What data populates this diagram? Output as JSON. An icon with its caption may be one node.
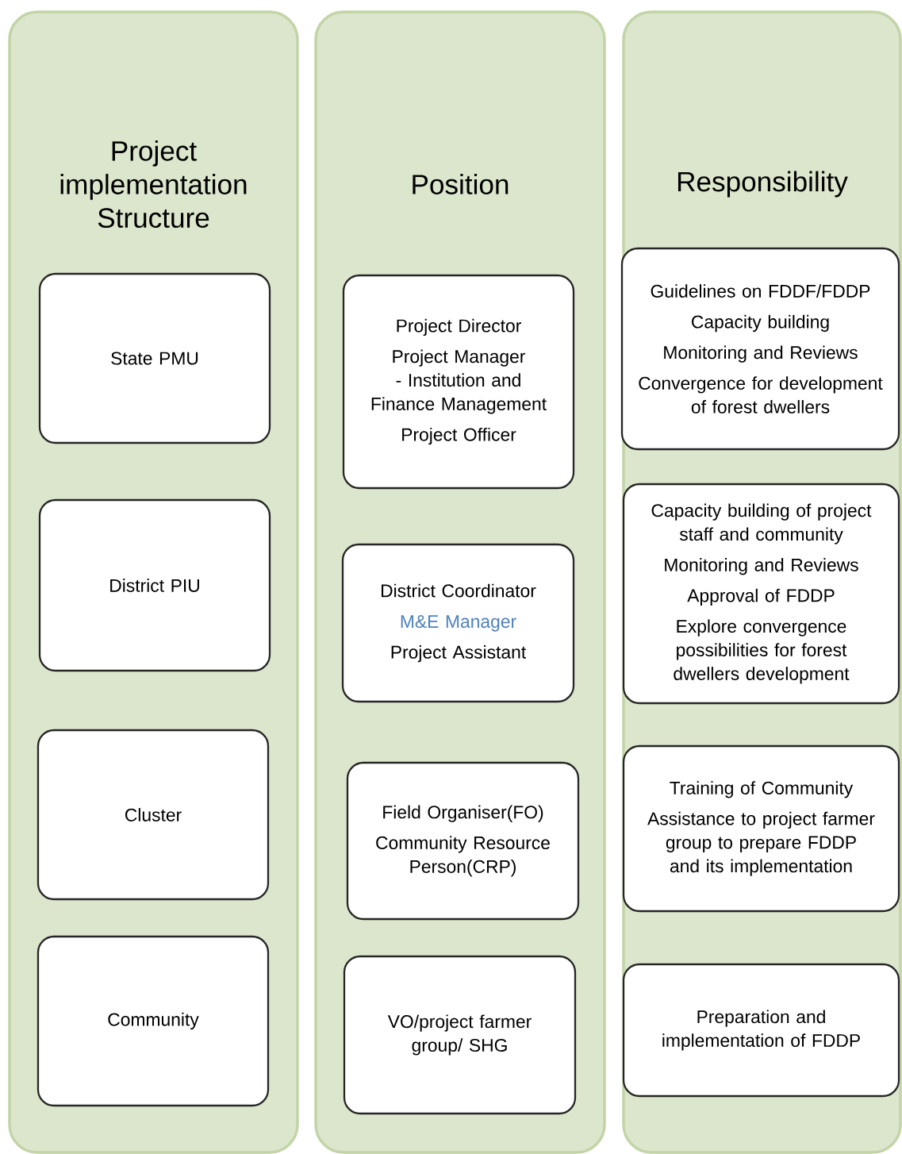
{
  "diagram": {
    "nodes": [
      {
        "text": [
          "Project implementation Structure"
        ]
      },
      {
        "text": [
          "State PMU"
        ],
        "in": 0
      },
      {
        "text": [
          "District PIU"
        ],
        "in": 0
      },
      {
        "text": [
          "Cluster"
        ],
        "in": 0
      },
      {
        "text": [
          "Community"
        ],
        "in": 0
      },
      {
        "text": [
          "Position"
        ]
      },
      {
        "text": [
          "Project Director",
          "Project Manager - Institution and Finance Management",
          "Project Officer"
        ],
        "in": 5
      },
      {
        "text": [
          "District Coordinator",
          "M&E Manager",
          "Project Assistant"
        ],
        "in": 5
      },
      {
        "text": [
          "Field Organiser(FO)",
          "Community Resource Person(CRP)"
        ],
        "in": 5
      },
      {
        "text": [
          "VO/project farmer group/ SHG"
        ],
        "in": 5
      },
      {
        "text": [
          "Responsibility"
        ]
      },
      {
        "text": [
          "Guidelines on FDDF/FDDP",
          "Capacity building",
          "Monitoring and Reviews",
          "Convergence for development of forest dwellers"
        ],
        "in": 10
      },
      {
        "text": [
          "Capacity building of project staff and community",
          "Monitoring and Reviews",
          "Approval of FDDP",
          "Explore convergence possibilities for forest dwellers development"
        ],
        "in": 10
      },
      {
        "text": [
          "Training of Community",
          "Assistance to project farmer group to prepare FDDP and its implementation"
        ],
        "in": 10
      },
      {
        "text": [
          "Preparation and implementation of FDDP"
        ],
        "in": 10
      }
    ]
  }
}
